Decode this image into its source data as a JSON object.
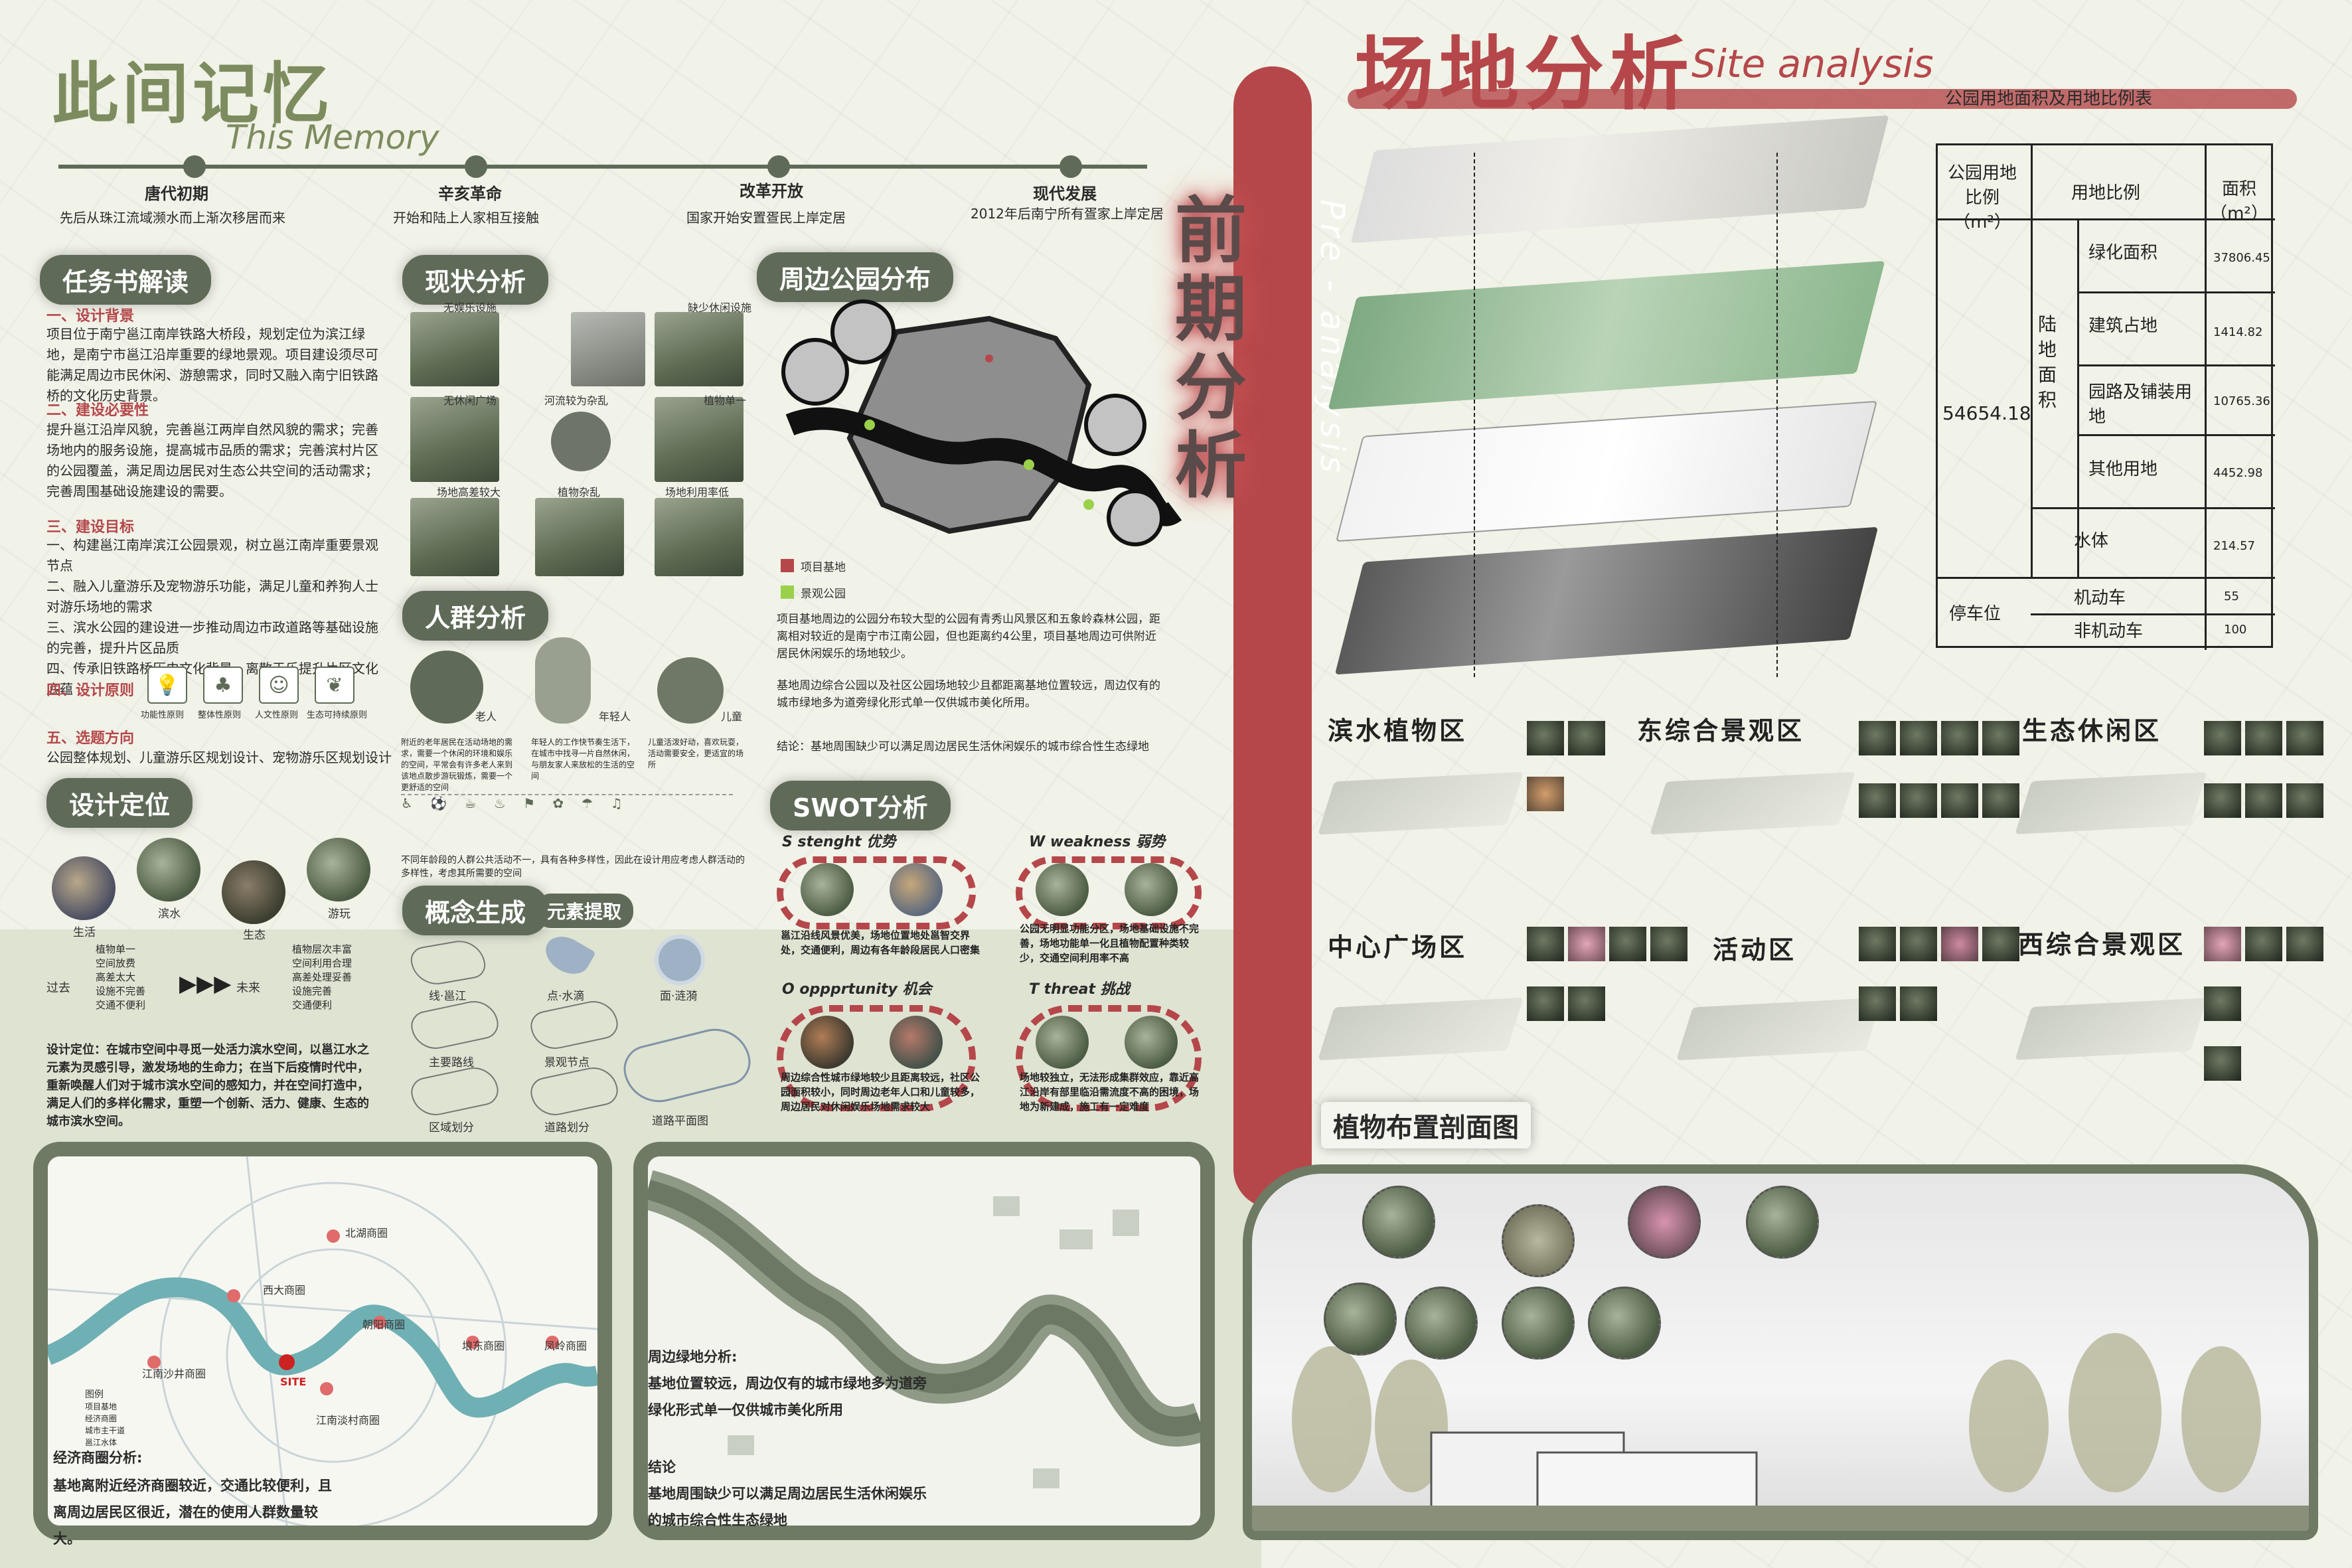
{
  "memory": {
    "title_cn": "此间记忆",
    "title_en": "This Memory",
    "timeline": [
      {
        "era": "唐代初期",
        "desc": "先后从珠江流域濒水而上渐次移居而来"
      },
      {
        "era": "辛亥革命",
        "desc": "开始和陆上人家相互接触"
      },
      {
        "era": "改革开放",
        "desc": "国家开始安置疍民上岸定居"
      },
      {
        "era": "现代发展",
        "desc": "2012年后南宁所有疍家上岸定居"
      }
    ]
  },
  "brief": {
    "tag": "任务书解读",
    "s1_head": "一、设计背景",
    "s1_text": "项目位于南宁邕江南岸铁路大桥段，规划定位为滨江绿地，是南宁市邕江沿岸重要的绿地景观。项目建设须尽可能满足周边市民休闲、游憩需求，同时又融入南宁旧铁路桥的文化历史背景。",
    "s2_head": "二、建设必要性",
    "s2_text": "提升邕江沿岸风貌，完善邕江两岸自然风貌的需求；完善场地内的服务设施，提高城市品质的需求；完善滨村片区的公园覆盖，满足周边居民对生态公共空间的活动需求；完善周围基础设施建设的需要。",
    "s3_head": "三、建设目标",
    "s3_text": "一、构建邕江南岸滨江公园景观，树立邕江南岸重要景观节点\n二、融入儿童游乐及宠物游乐功能，满足儿童和养狗人士对游乐场地的需求\n三、滨水公园的建设进一步推动周边市政道路等基础设施的完善，提升片区品质\n四、传承旧铁路桥历史文化背景，离散于乐提升片区文化底蕴",
    "s4_head": "四、设计原则",
    "principles": [
      "功能性原则",
      "整体性原则",
      "人文性原则",
      "生态可持续原则"
    ],
    "s5_head": "五、选题方向",
    "s5_text": "公园整体规划、儿童游乐区规划设计、宠物游乐区规划设计"
  },
  "positioning": {
    "tag": "设计定位",
    "items": [
      "生活",
      "滨水",
      "生态",
      "游玩"
    ]
  },
  "status": {
    "tag": "现状分析",
    "labels": [
      "无娱乐设施",
      "缺少休闲设施",
      "无休闲广场",
      "河流较为杂乱",
      "植物单一",
      "场地高差较大",
      "植物杂乱",
      "场地利用率低"
    ]
  },
  "crowd": {
    "tag": "人群分析",
    "groups": [
      {
        "name": "老人",
        "desc": "附近的老年居民在活动场地的需求，需要一个休闲的环境和娱乐的空间，平常会有许多老人来到该地点散步游玩锻炼，需要一个更舒适的空间"
      },
      {
        "name": "年轻人",
        "desc": "年轻人的工作快节奏生活下，在城市中找寻一片自然休闲，与朋友家人来放松的生活的空间"
      },
      {
        "name": "儿童",
        "desc": "儿童活泼好动，喜欢玩耍，活动需要安全，更适宜的场所"
      }
    ],
    "note": "不同年龄段的人群公共活动不一，具有各种多样性，因此在设计用应考虑人群活动的多样性，考虑其所需要的空间"
  },
  "parks": {
    "tag": "周边公园分布",
    "legend": [
      "项目基地",
      "景观公园"
    ],
    "text1": "项目基地周边的公园分布较大型的公园有青秀山风景区和五象岭森林公园，距离相对较近的是南宁市江南公园，但也距离约4公里，项目基地周边可供附近居民休闲娱乐的场地较少。",
    "text2": "基地周边综合公园以及社区公园场地较少且都距离基地位置较远，周边仅有的城市绿地多为道旁绿化形式单一仅供城市美化所用。",
    "text3": "结论：基地周围缺少可以满足周边居民生活休闲娱乐的城市综合性生态绿地"
  },
  "swot": {
    "tag": "SWOT分析",
    "s_title": "S stenght 优势",
    "s_text": "邕江沿线风景优美，场地位置地处邕智交界处，交通便利，周边有各年龄段居民人口密集",
    "w_title": "W weakness 弱势",
    "w_text": "公园无明显功能分区，场地基础设施不完善，场地功能单一化且植物配置种类较少，交通空间利用率不高",
    "o_title": "O oppprtunity 机会",
    "o_text": "周边综合性城市绿地较少且距离较远，社区公园面积较小，同时周边老年人口和儿童较多，周边居民对休闲娱乐场地需求较大",
    "t_title": "T threat 挑战",
    "t_text": "场地较独立，无法形成集群效应，靠近高江沿岸有部里临沿需流度不高的困境，场地为新建成，施工有一定难度"
  },
  "concept": {
    "tag": "概念生成",
    "sub_tag": "元素提取",
    "past_label": "过去",
    "future_label": "未来",
    "past_items": [
      "植物单一",
      "空间放费",
      "高差太大",
      "设施不完善",
      "交通不便利"
    ],
    "future_items": [
      "植物层次丰富",
      "空间利用合理",
      "高差处理妥善",
      "设施完善",
      "交通便利"
    ],
    "elements": [
      "线·邕江",
      "点·水滴",
      "面·涟漪",
      "主要路线",
      "景观节点",
      "区域划分",
      "道路划分",
      "道路平面图"
    ],
    "position_text": "设计定位：在城市空间中寻觅一处活力滨水空间，以邕江水之元素为灵感引导，激发场地的生命力；在当下后疫情时代中，重新唤醒人们对于城市滨水空间的感知力，并在空间打造中，满足人们的多样化需求，重塑一个创新、活力、健康、生态的城市滨水空间。"
  },
  "map_left": {
    "districts": [
      "北湖商圈",
      "西大商圈",
      "朝阳商圈",
      "埌东商圈",
      "凤岭商圈",
      "江南沙井商圈",
      "江南淡村商圈"
    ],
    "site_label": "SITE",
    "legend_title": "图例",
    "legend": [
      "项目基地",
      "经济商圈",
      "城市主干道",
      "邕江水体"
    ],
    "caption_title": "经济商圈分析:",
    "caption": "基地离附近经济商圈较近，交通比较便利，且离周边居民区很近，潜在的使用人群数量较大。"
  },
  "map_right": {
    "caption_title": "周边绿地分析:",
    "caption": "基地位置较远，周边仅有的城市绿地多为道旁绿化形式单一仅供城市美化所用",
    "concl_title": "结论",
    "concl": "基地周围缺少可以满足周边居民生活休闲娱乐的城市综合性生态绿地"
  },
  "divider": {
    "cn": "前期分析",
    "en": "Pre - analysis"
  },
  "site": {
    "title_cn": "场地分析",
    "title_en": "Site  analysis",
    "table_caption": "公园用地面积及用地比例表",
    "table": {
      "h1": "公园用地比例（m²）",
      "h2": "用地比例",
      "h3": "面积（m²）",
      "total": "54654.18",
      "land_label": "陆地面积",
      "rows": [
        {
          "name": "绿化面积",
          "area": "37806.45"
        },
        {
          "name": "建筑占地",
          "area": "1414.82"
        },
        {
          "name": "园路及铺装用地",
          "area": "10765.36"
        },
        {
          "name": "其他用地",
          "area": "4452.98"
        },
        {
          "name": "水体",
          "area": "214.57"
        }
      ],
      "parking_label": "停车位",
      "parking": [
        {
          "name": "机动车",
          "count": "55"
        },
        {
          "name": "非机动车",
          "count": "100"
        }
      ]
    },
    "zones": [
      "滨水植物区",
      "东综合景观区",
      "生态休闲区",
      "中心广场区",
      "活动区",
      "西综合景观区"
    ],
    "section_tag": "植物布置剖面图"
  },
  "colors": {
    "accent_red": "#b5474a",
    "accent_green": "#5f6b58",
    "title_green": "#7d8c5f",
    "background": "#eeefe4"
  }
}
